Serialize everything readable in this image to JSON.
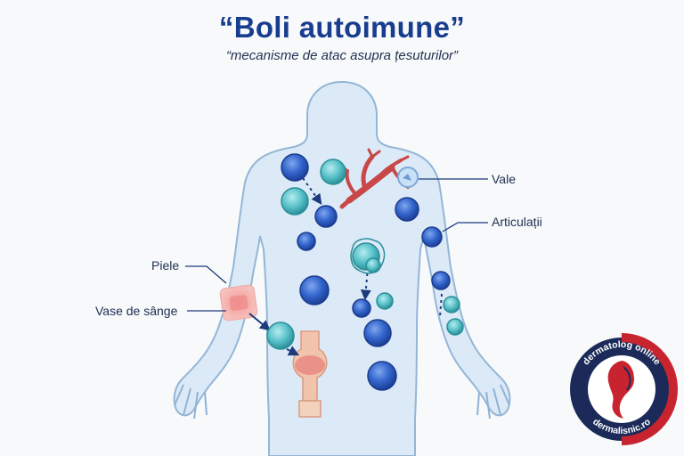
{
  "title": "“Boli autoimune”",
  "subtitle": "“mecanisme de atac asupra țesuturilor”",
  "labels": {
    "vale": "Vale",
    "articulatii": "Articulații",
    "piele": "Piele",
    "vase": "Vase de sânge"
  },
  "logo": {
    "top_text": "dermatolog online",
    "bottom_text": "dermalisnic.ro"
  },
  "colors": {
    "title": "#183d8f",
    "body_fill": "#dbeaf7",
    "body_stroke": "#8fb3d6",
    "blue_cell": "#2f5fc4",
    "teal_cell": "#45b3bd",
    "vessel": "#c8484a",
    "joint": "#e8a08a",
    "logo_red": "#c8242f",
    "logo_navy": "#1b2a59"
  }
}
